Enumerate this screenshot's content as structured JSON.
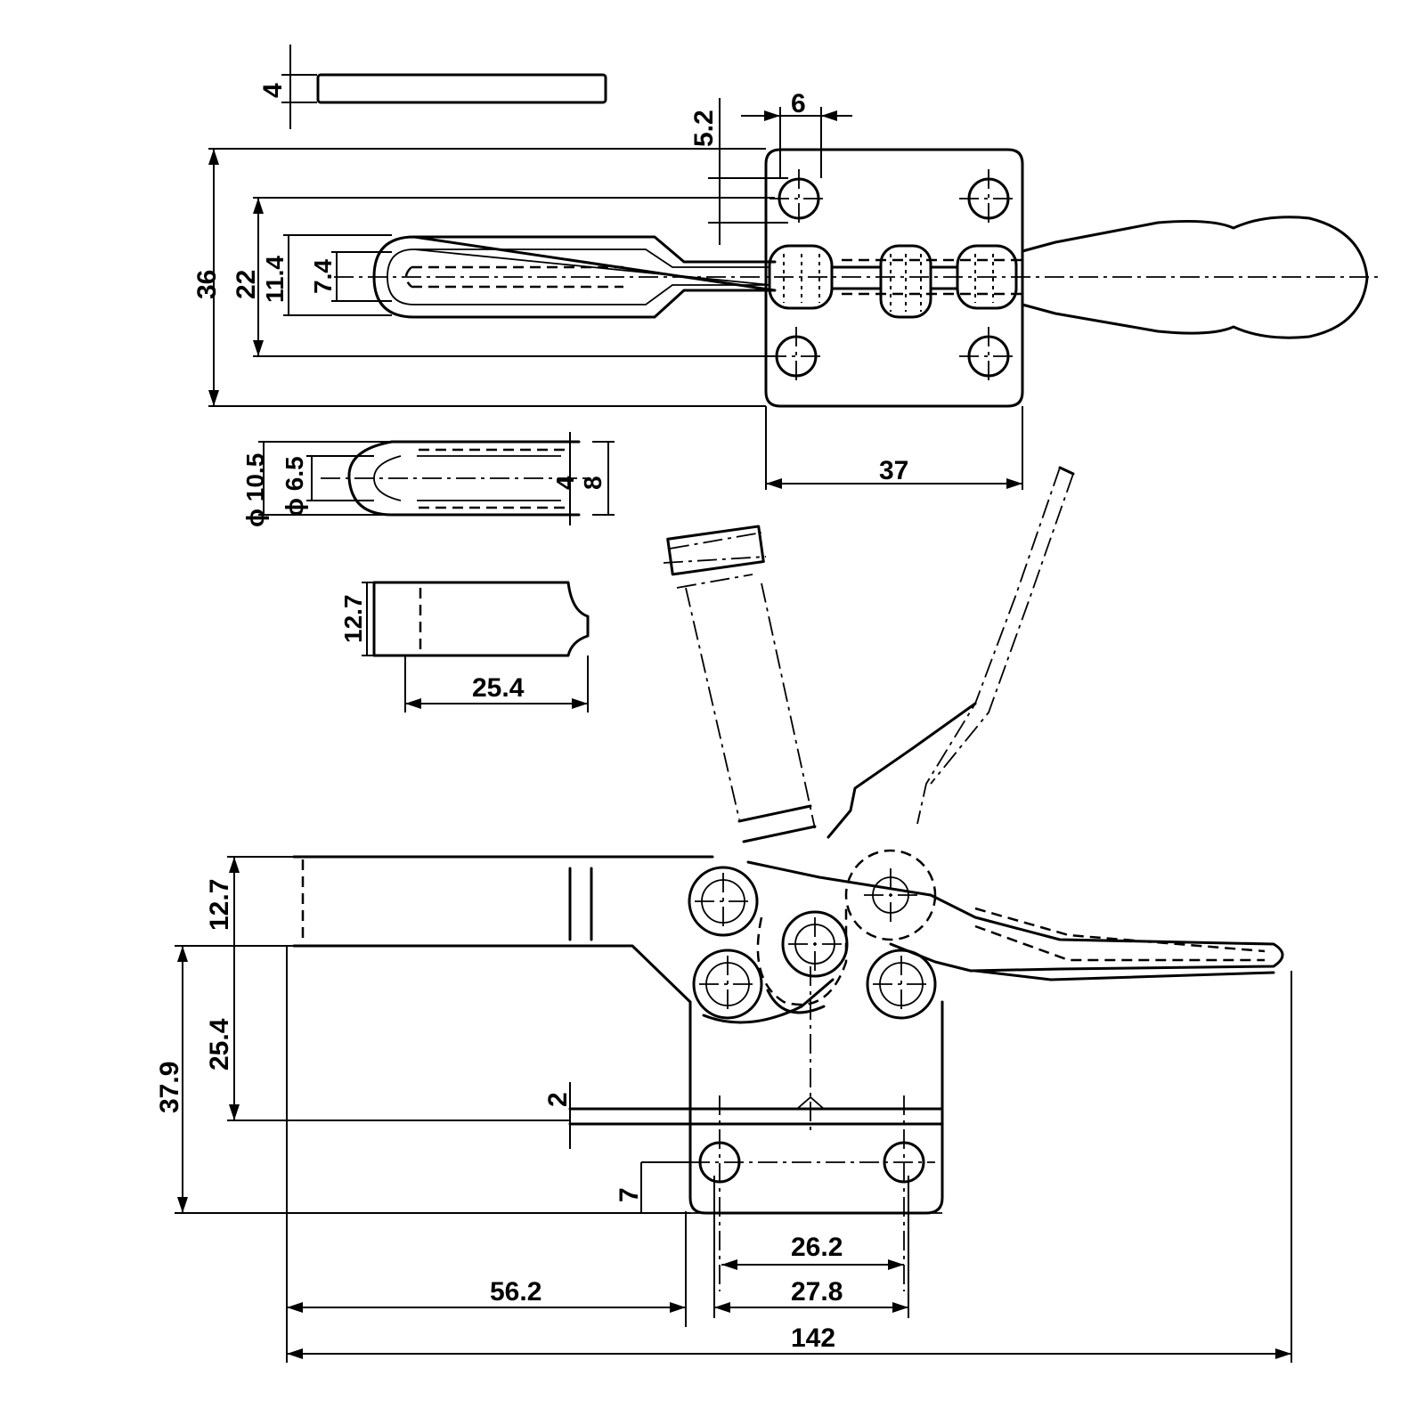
{
  "dimensions": {
    "strap_thickness": "4",
    "hole_spacing_offset": "5.2",
    "hole_diameter": "6",
    "base_width_total": "36",
    "base_hole_pitch": "22",
    "slot_outer": "11.4",
    "slot_inner": "7.4",
    "base_depth": "37",
    "spindle_outer_dia": "ϕ 10.5",
    "spindle_inner_dia": "ϕ 6.5",
    "spindle_neck": "4",
    "spindle_width": "8",
    "arm_height": "12.7",
    "arm_tip_length": "25.4",
    "side_arm_height": "12.7",
    "side_body_height": "25.4",
    "side_total_height": "37.9",
    "base_plate_thickness": "2",
    "hole_to_edge": "7",
    "hole_pitch_inner": "26.2",
    "hole_pitch_outer": "27.8",
    "arm_reach": "56.2",
    "overall_length": "142"
  }
}
